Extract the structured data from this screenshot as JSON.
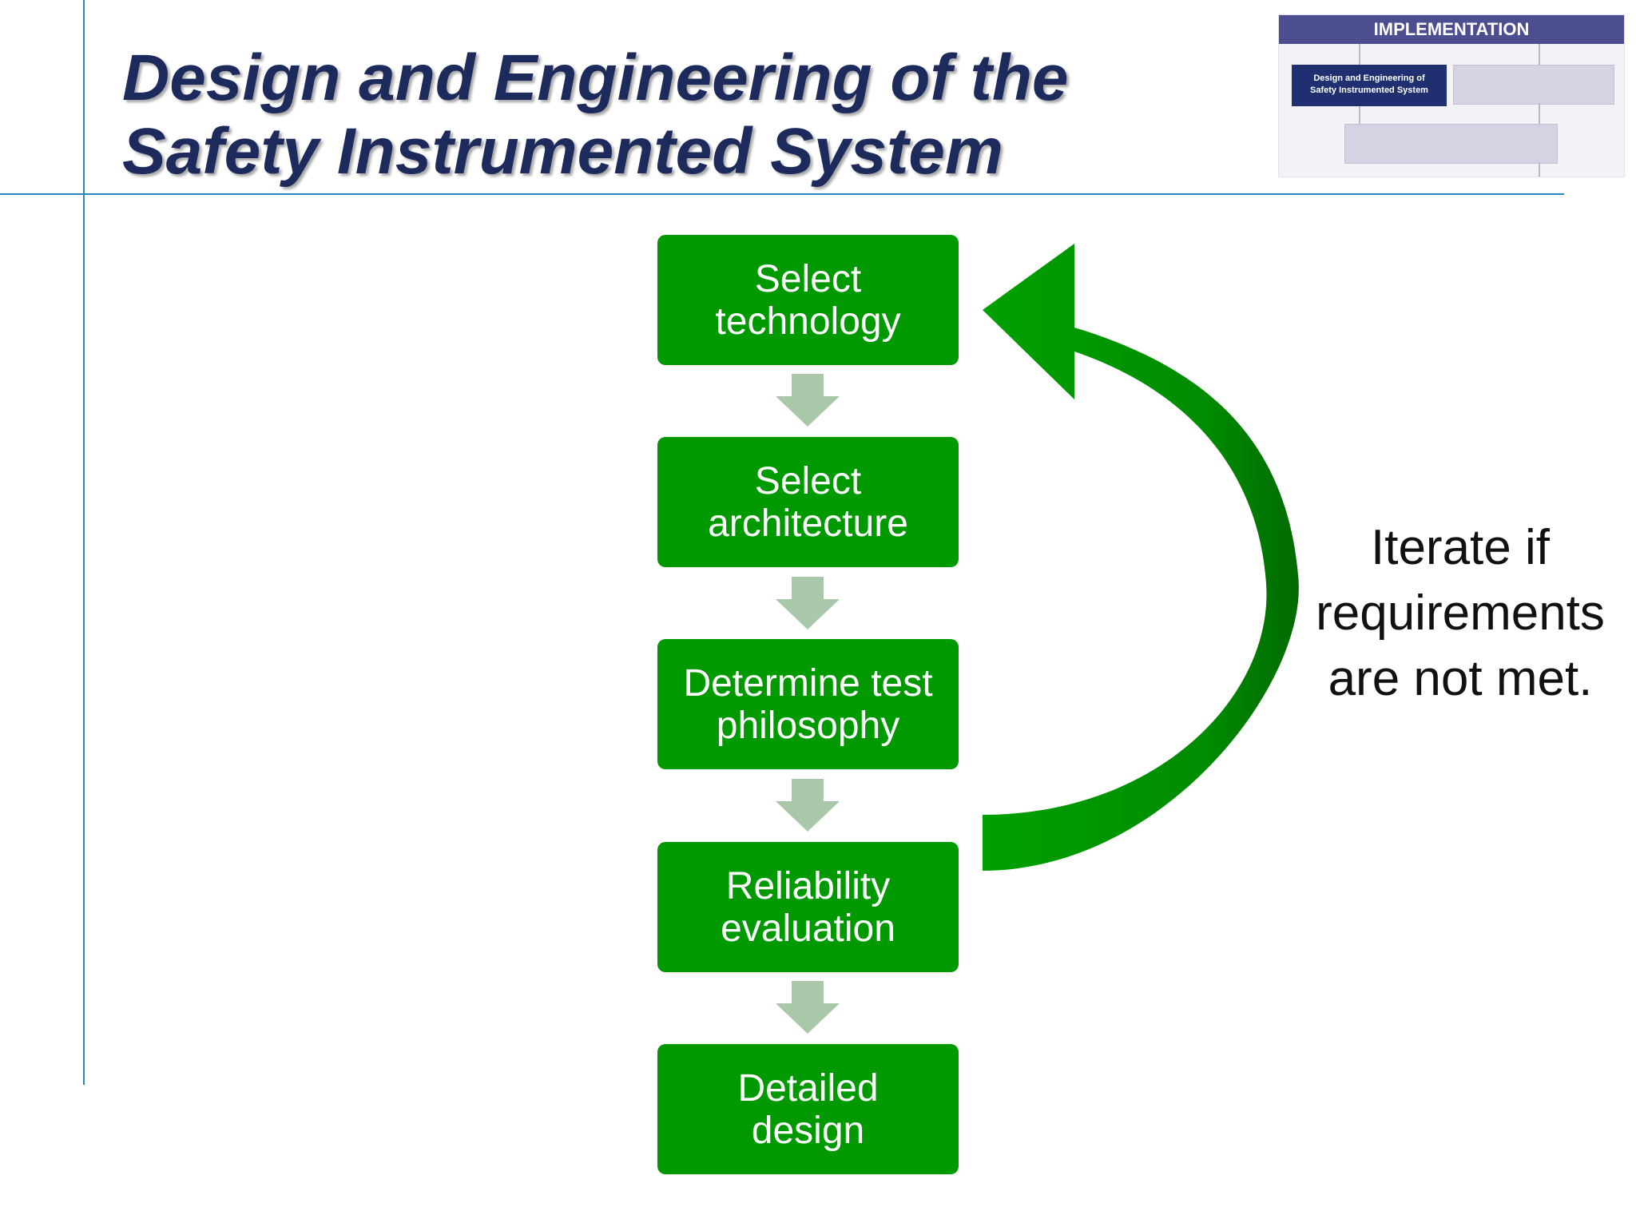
{
  "slide": {
    "title_line1": "Design and Engineering of the",
    "title_line2": "Safety Instrumented System"
  },
  "thumbnail": {
    "header": "IMPLEMENTATION",
    "active_box_line1": "Design and Engineering of",
    "active_box_line2": "Safety Instrumented System"
  },
  "flow": {
    "steps": [
      {
        "line1": "Select",
        "line2": "technology"
      },
      {
        "line1": "Select",
        "line2": "architecture"
      },
      {
        "line1": "Determine test",
        "line2": "philosophy"
      },
      {
        "line1": "Reliability",
        "line2": "evaluation"
      },
      {
        "line1": "Detailed",
        "line2": "design"
      }
    ],
    "loop_note": {
      "line1": "Iterate if",
      "line2": "requirements",
      "line3": "are not met."
    }
  },
  "colors": {
    "box_green": "#009a00",
    "loop_arrow_green": "#008a00",
    "down_arrow": "#a9c8a9",
    "title_navy": "#1c2a5c",
    "rule_blue": "#2a86c0",
    "thumb_header": "#4d4e8f"
  }
}
